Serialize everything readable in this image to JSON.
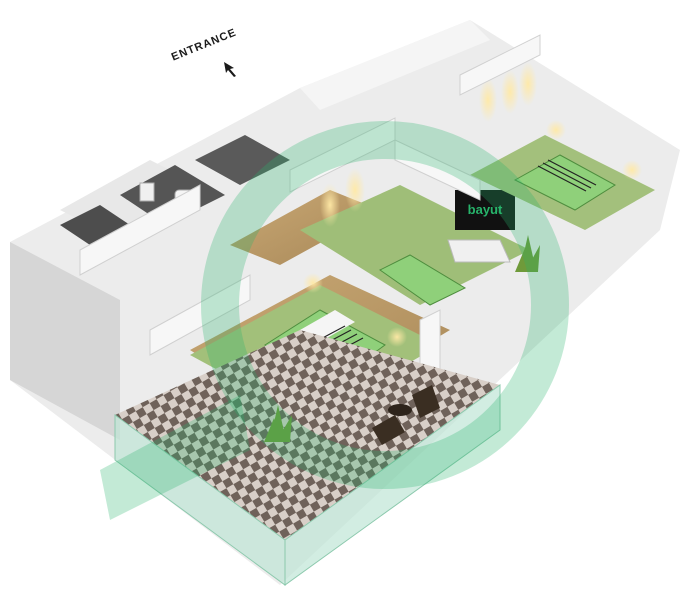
{
  "labels": {
    "entrance": "ENTRANCE",
    "tv_brand": "bayut"
  },
  "colors": {
    "wall": "#f2f2f2",
    "wall_side": "#d9d9d9",
    "wall_dark": "#bdbdbd",
    "wood_floor": "#b99b6b",
    "bathroom_floor": "#555555",
    "bedding": "#8fd07a",
    "balcony_glass": "#bfe6d5",
    "watermark": "#27b36a",
    "plant": "#6f9a3a"
  },
  "icons": {
    "entrance_arrow": "arrow-down-icon",
    "watermark": "bayut-logo-watermark"
  }
}
